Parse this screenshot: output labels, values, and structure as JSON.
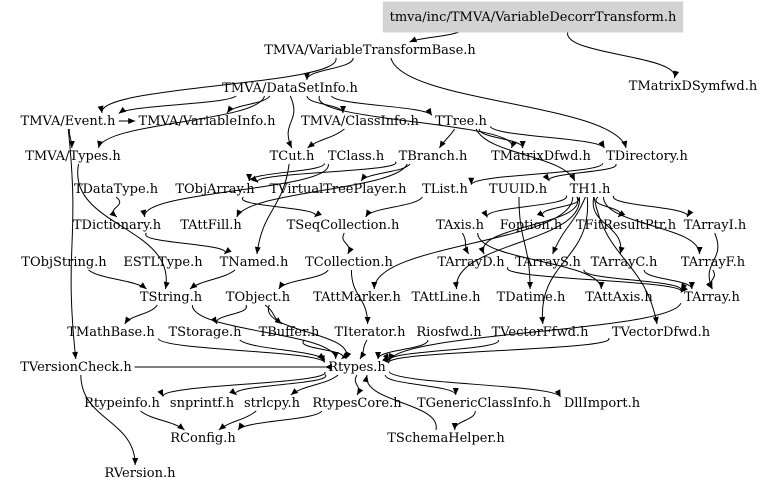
{
  "diagram": {
    "root": "tmva/inc/TMVA/VariableDecorrTransform.h",
    "nodes": [
      {
        "id": "root",
        "label": "tmva/inc/TMVA/VariableDecorrTransform.h"
      },
      {
        "id": "vtb",
        "label": "TMVA/VariableTransformBase.h"
      },
      {
        "id": "mdsf",
        "label": "TMatrixDSymfwd.h"
      },
      {
        "id": "dsi",
        "label": "TMVA/DataSetInfo.h"
      },
      {
        "id": "ev",
        "label": "TMVA/Event.h"
      },
      {
        "id": "vi",
        "label": "TMVA/VariableInfo.h"
      },
      {
        "id": "ci",
        "label": "TMVA/ClassInfo.h"
      },
      {
        "id": "ttree",
        "label": "TTree.h"
      },
      {
        "id": "types",
        "label": "TMVA/Types.h"
      },
      {
        "id": "tcut",
        "label": "TCut.h"
      },
      {
        "id": "tclass",
        "label": "TClass.h"
      },
      {
        "id": "tbranch",
        "label": "TBranch.h"
      },
      {
        "id": "tmdf",
        "label": "TMatrixDfwd.h"
      },
      {
        "id": "tdir",
        "label": "TDirectory.h"
      },
      {
        "id": "tdtype",
        "label": "TDataType.h"
      },
      {
        "id": "tobjarr",
        "label": "TObjArray.h"
      },
      {
        "id": "tvtp",
        "label": "TVirtualTreePlayer.h"
      },
      {
        "id": "tlist",
        "label": "TList.h"
      },
      {
        "id": "tuuid",
        "label": "TUUID.h"
      },
      {
        "id": "th1",
        "label": "TH1.h"
      },
      {
        "id": "tdict",
        "label": "TDictionary.h"
      },
      {
        "id": "tattfill",
        "label": "TAttFill.h"
      },
      {
        "id": "tseqc",
        "label": "TSeqCollection.h"
      },
      {
        "id": "taxis",
        "label": "TAxis.h"
      },
      {
        "id": "foption",
        "label": "Foption.h"
      },
      {
        "id": "tfrp",
        "label": "TFitResultPtr.h"
      },
      {
        "id": "tarri",
        "label": "TArrayI.h"
      },
      {
        "id": "tobjstr",
        "label": "TObjString.h"
      },
      {
        "id": "estl",
        "label": "ESTLType.h"
      },
      {
        "id": "tnamed",
        "label": "TNamed.h"
      },
      {
        "id": "tcoll",
        "label": "TCollection.h"
      },
      {
        "id": "tarrd",
        "label": "TArrayD.h"
      },
      {
        "id": "tarrs",
        "label": "TArrayS.h"
      },
      {
        "id": "tarrc",
        "label": "TArrayC.h"
      },
      {
        "id": "tarrf",
        "label": "TArrayF.h"
      },
      {
        "id": "tstring",
        "label": "TString.h"
      },
      {
        "id": "tobject",
        "label": "TObject.h"
      },
      {
        "id": "tattmark",
        "label": "TAttMarker.h"
      },
      {
        "id": "tattline",
        "label": "TAttLine.h"
      },
      {
        "id": "tdatime",
        "label": "TDatime.h"
      },
      {
        "id": "tattaxis",
        "label": "TAttAxis.h"
      },
      {
        "id": "tarray",
        "label": "TArray.h"
      },
      {
        "id": "tmathb",
        "label": "TMathBase.h"
      },
      {
        "id": "tstor",
        "label": "TStorage.h"
      },
      {
        "id": "tbuf",
        "label": "TBuffer.h"
      },
      {
        "id": "titer",
        "label": "TIterator.h"
      },
      {
        "id": "riosfwd",
        "label": "Riosfwd.h"
      },
      {
        "id": "tvff",
        "label": "TVectorFfwd.h"
      },
      {
        "id": "tvdf",
        "label": "TVectorDfwd.h"
      },
      {
        "id": "tvc",
        "label": "TVersionCheck.h"
      },
      {
        "id": "rtypes",
        "label": "Rtypes.h"
      },
      {
        "id": "rtinfo",
        "label": "Rtypeinfo.h"
      },
      {
        "id": "snpr",
        "label": "snprintf.h"
      },
      {
        "id": "strlcpy",
        "label": "strlcpy.h"
      },
      {
        "id": "rtcore",
        "label": "RtypesCore.h"
      },
      {
        "id": "tgci",
        "label": "TGenericClassInfo.h"
      },
      {
        "id": "dllimp",
        "label": "DllImport.h"
      },
      {
        "id": "rconf",
        "label": "RConfig.h"
      },
      {
        "id": "tsh",
        "label": "TSchemaHelper.h"
      },
      {
        "id": "rver",
        "label": "RVersion.h"
      }
    ],
    "edges": [
      [
        "root",
        "vtb"
      ],
      [
        "root",
        "mdsf"
      ],
      [
        "vtb",
        "dsi"
      ],
      [
        "vtb",
        "ev"
      ],
      [
        "vtb",
        "tdir"
      ],
      [
        "dsi",
        "ev"
      ],
      [
        "dsi",
        "vi"
      ],
      [
        "dsi",
        "ci"
      ],
      [
        "dsi",
        "ttree"
      ],
      [
        "dsi",
        "tcut"
      ],
      [
        "dsi",
        "tmdf"
      ],
      [
        "dsi",
        "types"
      ],
      [
        "ev",
        "types"
      ],
      [
        "ev",
        "vi"
      ],
      [
        "ev",
        "tvc"
      ],
      [
        "ci",
        "tcut"
      ],
      [
        "ttree",
        "tbranch"
      ],
      [
        "ttree",
        "tmdf"
      ],
      [
        "ttree",
        "tdir"
      ],
      [
        "ttree",
        "th1"
      ],
      [
        "types",
        "tstring"
      ],
      [
        "tcut",
        "tnamed"
      ],
      [
        "tclass",
        "tobjarr"
      ],
      [
        "tclass",
        "tdict"
      ],
      [
        "tbranch",
        "tobjarr"
      ],
      [
        "tbranch",
        "tattfill"
      ],
      [
        "tbranch",
        "tvtp"
      ],
      [
        "tdir",
        "tlist"
      ],
      [
        "tdir",
        "tuuid"
      ],
      [
        "tdtype",
        "tdict"
      ],
      [
        "tobjarr",
        "tseqc"
      ],
      [
        "tlist",
        "tseqc"
      ],
      [
        "tuuid",
        "tdatime"
      ],
      [
        "th1",
        "taxis"
      ],
      [
        "th1",
        "foption"
      ],
      [
        "th1",
        "tfrp"
      ],
      [
        "th1",
        "tarri"
      ],
      [
        "th1",
        "tattmark"
      ],
      [
        "th1",
        "tattline"
      ],
      [
        "th1",
        "tarrd"
      ],
      [
        "th1",
        "tarrs"
      ],
      [
        "th1",
        "tarrc"
      ],
      [
        "th1",
        "tarrf"
      ],
      [
        "th1",
        "tvff"
      ],
      [
        "th1",
        "tvdf"
      ],
      [
        "tdict",
        "tnamed"
      ],
      [
        "tseqc",
        "tcoll"
      ],
      [
        "taxis",
        "tattaxis"
      ],
      [
        "taxis",
        "tarrd"
      ],
      [
        "tarri",
        "tarray"
      ],
      [
        "tarrd",
        "tarray"
      ],
      [
        "tarrs",
        "tarray"
      ],
      [
        "tarrc",
        "tarray"
      ],
      [
        "tarrf",
        "tarray"
      ],
      [
        "tobjstr",
        "tstring"
      ],
      [
        "tnamed",
        "tstring"
      ],
      [
        "tcoll",
        "tobject"
      ],
      [
        "tcoll",
        "titer"
      ],
      [
        "tobject",
        "tstor"
      ],
      [
        "tobject",
        "tbuf"
      ],
      [
        "tobject",
        "rtypes"
      ],
      [
        "tstring",
        "tmathb"
      ],
      [
        "tstring",
        "rtypes"
      ],
      [
        "tmathb",
        "rtypes"
      ],
      [
        "tstor",
        "rtypes"
      ],
      [
        "tbuf",
        "rtypes"
      ],
      [
        "titer",
        "rtypes"
      ],
      [
        "riosfwd",
        "rtypes"
      ],
      [
        "tvff",
        "rtypes"
      ],
      [
        "tvdf",
        "rtypes"
      ],
      [
        "tarray",
        "rtypes"
      ],
      [
        "tvc",
        "rtypes"
      ],
      [
        "tvc",
        "rver"
      ],
      [
        "rtypes",
        "rtinfo"
      ],
      [
        "rtypes",
        "snpr"
      ],
      [
        "rtypes",
        "strlcpy"
      ],
      [
        "rtypes",
        "rtcore"
      ],
      [
        "rtypes",
        "tgci"
      ],
      [
        "rtypes",
        "dllimp"
      ],
      [
        "rtinfo",
        "rconf"
      ],
      [
        "strlcpy",
        "rconf"
      ],
      [
        "rtcore",
        "rconf"
      ],
      [
        "tgci",
        "tsh"
      ],
      [
        "tsh",
        "rtypes"
      ]
    ]
  }
}
